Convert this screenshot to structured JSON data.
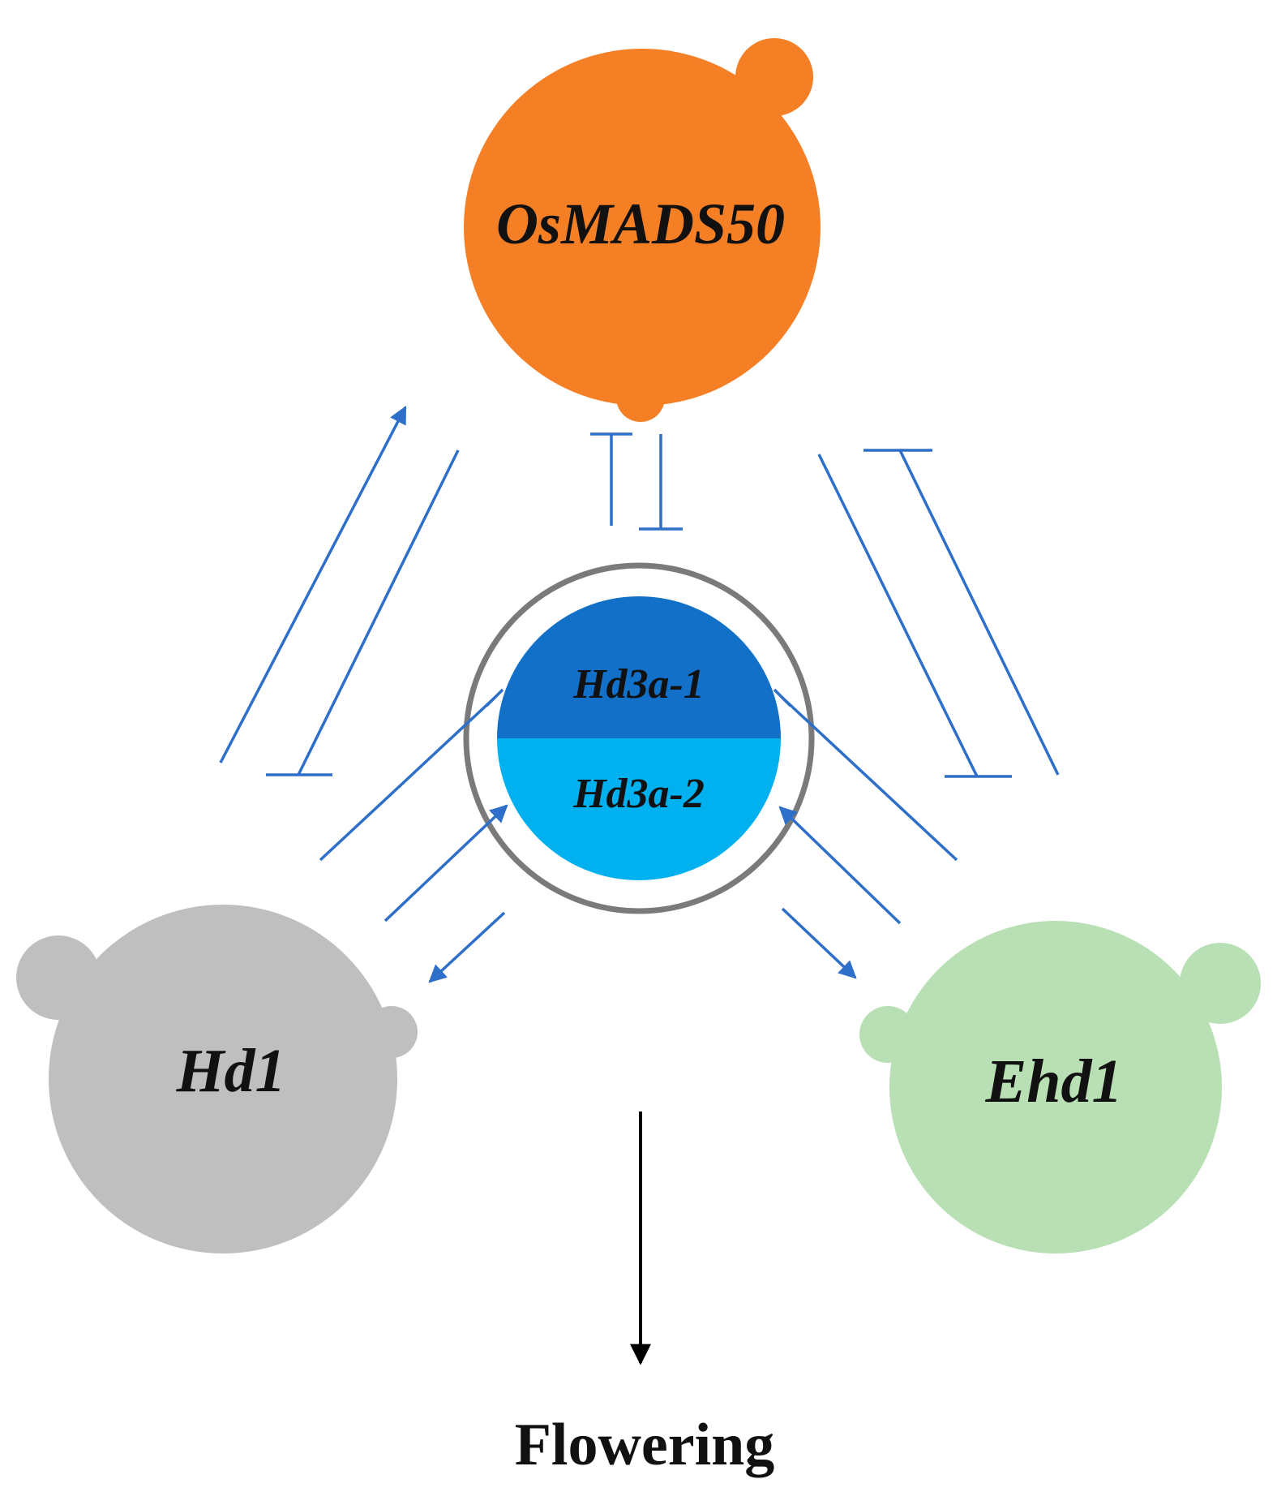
{
  "colors": {
    "osmads50": "#f57f25",
    "hd3a_1": "#1270c9",
    "hd3a_2": "#00b0ef",
    "hd1": "#bfbfbf",
    "ehd1": "#b9dfb4",
    "ring": "#7a7a7a",
    "edge": "#2e6fc9",
    "output_edge": "#000000"
  },
  "nodes": {
    "osmads50": "OsMADS50",
    "hd3a_1": "Hd3a-1",
    "hd3a_2": "Hd3a-2",
    "hd1": "Hd1",
    "ehd1": "Ehd1"
  },
  "output": {
    "label": "Flowering"
  },
  "edges": [
    {
      "from": "hd1",
      "to": "osmads50",
      "type": "activation"
    },
    {
      "from": "osmads50",
      "to": "hd1",
      "type": "repression"
    },
    {
      "from": "osmads50",
      "to": "hd3a",
      "type": "repression"
    },
    {
      "from": "hd3a",
      "to": "osmads50",
      "type": "repression"
    },
    {
      "from": "ehd1",
      "to": "osmads50",
      "type": "repression"
    },
    {
      "from": "osmads50",
      "to": "ehd1",
      "type": "repression"
    },
    {
      "from": "hd1",
      "to": "hd3a_1",
      "type": "repression"
    },
    {
      "from": "hd1",
      "to": "hd3a_2",
      "type": "activation"
    },
    {
      "from": "hd3a",
      "to": "hd1",
      "type": "activation"
    },
    {
      "from": "ehd1",
      "to": "hd3a_1",
      "type": "repression"
    },
    {
      "from": "ehd1",
      "to": "hd3a_2",
      "type": "activation"
    },
    {
      "from": "hd3a",
      "to": "ehd1",
      "type": "activation"
    },
    {
      "from": "hd3a",
      "to": "flowering",
      "type": "activation"
    }
  ]
}
